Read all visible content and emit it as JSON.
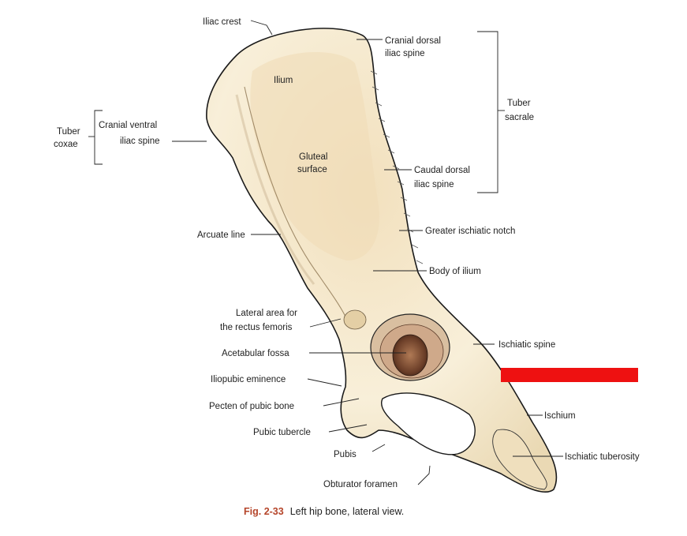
{
  "labels": {
    "iliac_crest": "Iliac crest",
    "cranial_dorsal_1": "Cranial dorsal",
    "cranial_dorsal_2": "iliac spine",
    "ilium": "Ilium",
    "tuber_sacrale_1": "Tuber",
    "tuber_sacrale_2": "sacrale",
    "tuber_coxae_1": "Tuber",
    "tuber_coxae_2": "coxae",
    "cranial_ventral_1": "Cranial ventral",
    "cranial_ventral_2": "iliac spine",
    "gluteal_1": "Gluteal",
    "gluteal_2": "surface",
    "caudal_dorsal_1": "Caudal dorsal",
    "caudal_dorsal_2": "iliac spine",
    "arcuate_line": "Arcuate line",
    "greater_ischiatic_notch": "Greater ischiatic notch",
    "body_of_ilium": "Body of ilium",
    "lateral_area_1": "Lateral area for",
    "lateral_area_2": "the rectus femoris",
    "acetabular_fossa": "Acetabular fossa",
    "ischiatic_spine": "Ischiatic spine",
    "iliopubic_eminence": "Iliopubic eminence",
    "pecten": "Pecten of pubic bone",
    "ischium": "Ischium",
    "pubic_tubercle": "Pubic tubercle",
    "pubis": "Pubis",
    "ischiatic_tuberosity": "Ischiatic tuberosity",
    "obturator_foramen": "Obturator foramen"
  },
  "caption": {
    "figure_number": "Fig. 2-33",
    "text": "Left hip bone, lateral view."
  },
  "colors": {
    "bone": "#f6ecd2",
    "bone_shadow": "#e6d3aa",
    "fossa": "#8a5a40",
    "redaction": "#ee1111",
    "figure_accent": "#b5452a"
  }
}
